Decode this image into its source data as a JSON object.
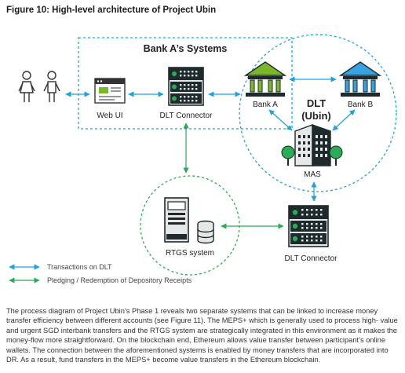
{
  "figure_title": "Figure 10: High-level architecture of Project Ubin",
  "nodes": {
    "banks_system_title": "Bank A’s Systems",
    "web_ui": "Web UI",
    "dlt_connector_top": "DLT Connector",
    "bank_a": "Bank A",
    "bank_b": "Bank B",
    "dlt_title": "DLT",
    "ubin": "(Ubin)",
    "mas": "MAS",
    "rtgs": "RTGS system",
    "dlt_connector_bottom": "DLT Connector"
  },
  "legend": {
    "transactions": "Transactions on DLT",
    "pledging": "Pledging / Redemption of Depository Receipts"
  },
  "colors": {
    "blue": "#1ea3de",
    "green": "#2aab55",
    "bank_green": "#7ab72b",
    "bank_blue": "#36a2e0",
    "server_dark": "#1f2a2c",
    "server_light": "#e6e8e8"
  },
  "description": {
    "lines": [
      "The process diagram of Project Ubin’s Phase 1 reveals two separate systems that can be linked to increase money",
      "transfer efficiency between different accounts (see Figure 11). The MEPS+ which is generally used to process high-",
      "value and urgent SGD interbank transfers and the RTGS system are strategically integrated in this environment as",
      "it makes the money-flow more straightforward. On the blockchain end, Ethereum allows value transfer between",
      "participant’s online wallets. The connection between the aforementioned systems is enabled by money transfers that",
      "are incorporated into DR. As a result, fund transfers in the MEPS+ become value transfers in the Ethereum blockchain."
    ]
  }
}
